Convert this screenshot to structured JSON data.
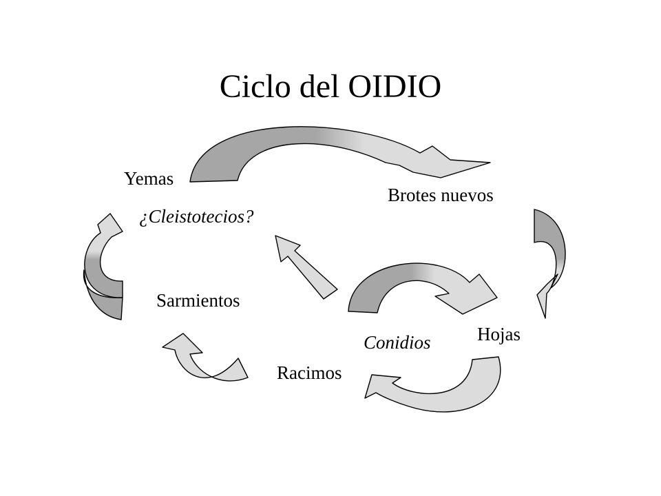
{
  "title": "Ciclo del OIDIO",
  "stages": {
    "yemas": "Yemas",
    "brotes": "Brotes nuevos",
    "hojas": "Hojas",
    "racimos": "Racimos",
    "sarmientos": "Sarmientos",
    "cleistotecios": "¿Cleistotecios?",
    "conidios": "Conidios"
  },
  "colors": {
    "dark_fill": "#a6a6a6",
    "light_fill": "#dcdcdc",
    "background": "#ffffff"
  }
}
